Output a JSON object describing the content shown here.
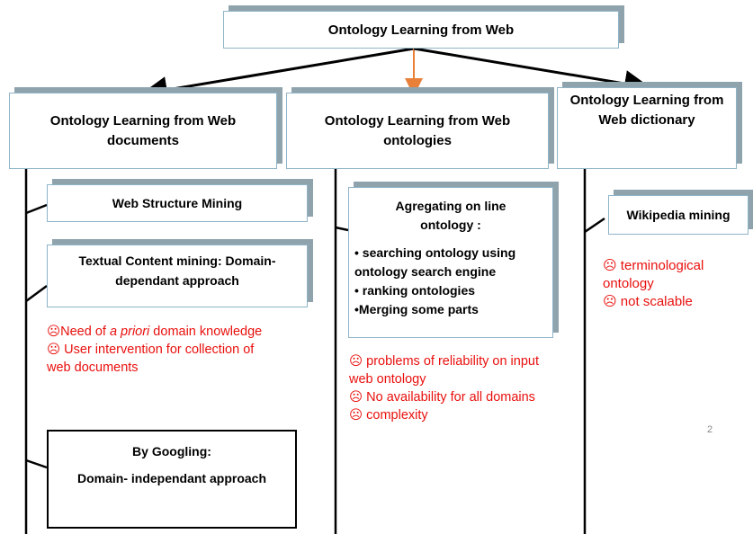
{
  "root": {
    "title": "Ontology Learning from Web"
  },
  "columns": [
    {
      "title": "Ontology Learning from Web documents",
      "items": [
        {
          "label": "Web Structure Mining"
        },
        {
          "label": "Textual Content mining:  Domain-dependant approach"
        }
      ],
      "drawbacks": [
        {
          "icon": "☹",
          "pre": "Need of ",
          "em": "a priori",
          "post": " domain knowledge"
        },
        {
          "icon": "☹",
          "pre": " User intervention for collection of",
          "em": "",
          "post": ""
        },
        {
          "icon": "",
          "pre": "web documents",
          "em": "",
          "post": ""
        }
      ],
      "googling": {
        "title": "By Googling:",
        "subtitle": "Domain- independant approach"
      }
    },
    {
      "title": "Ontology Learning from Web ontologies",
      "items": [
        {
          "label": "Agregating on line ontology :",
          "bullets": [
            "• searching ontology using",
            "ontology search engine",
            "•  ranking ontologies",
            "•Merging some parts"
          ]
        }
      ],
      "drawbacks": [
        {
          "icon": "☹",
          "text": " problems of reliability on input"
        },
        {
          "icon": "",
          "text": "web ontology"
        },
        {
          "icon": "☹",
          "text": " No availability for all domains"
        },
        {
          "icon": "☹",
          "text": " complexity"
        }
      ]
    },
    {
      "title": "Ontology Learning from Web dictionary",
      "items": [
        {
          "label": "Wikipedia mining"
        }
      ],
      "drawbacks": [
        {
          "icon": "☹",
          "text": "  terminological"
        },
        {
          "icon": "",
          "text": "ontology"
        },
        {
          "icon": "☹",
          "text": " not scalable"
        }
      ]
    }
  ],
  "page_number": "2",
  "colors": {
    "drawback_text": "#e8100d",
    "box_border": "#8fb4c8",
    "box_shadow": "#8fa3ad",
    "center_arrow": "#e8803a"
  }
}
